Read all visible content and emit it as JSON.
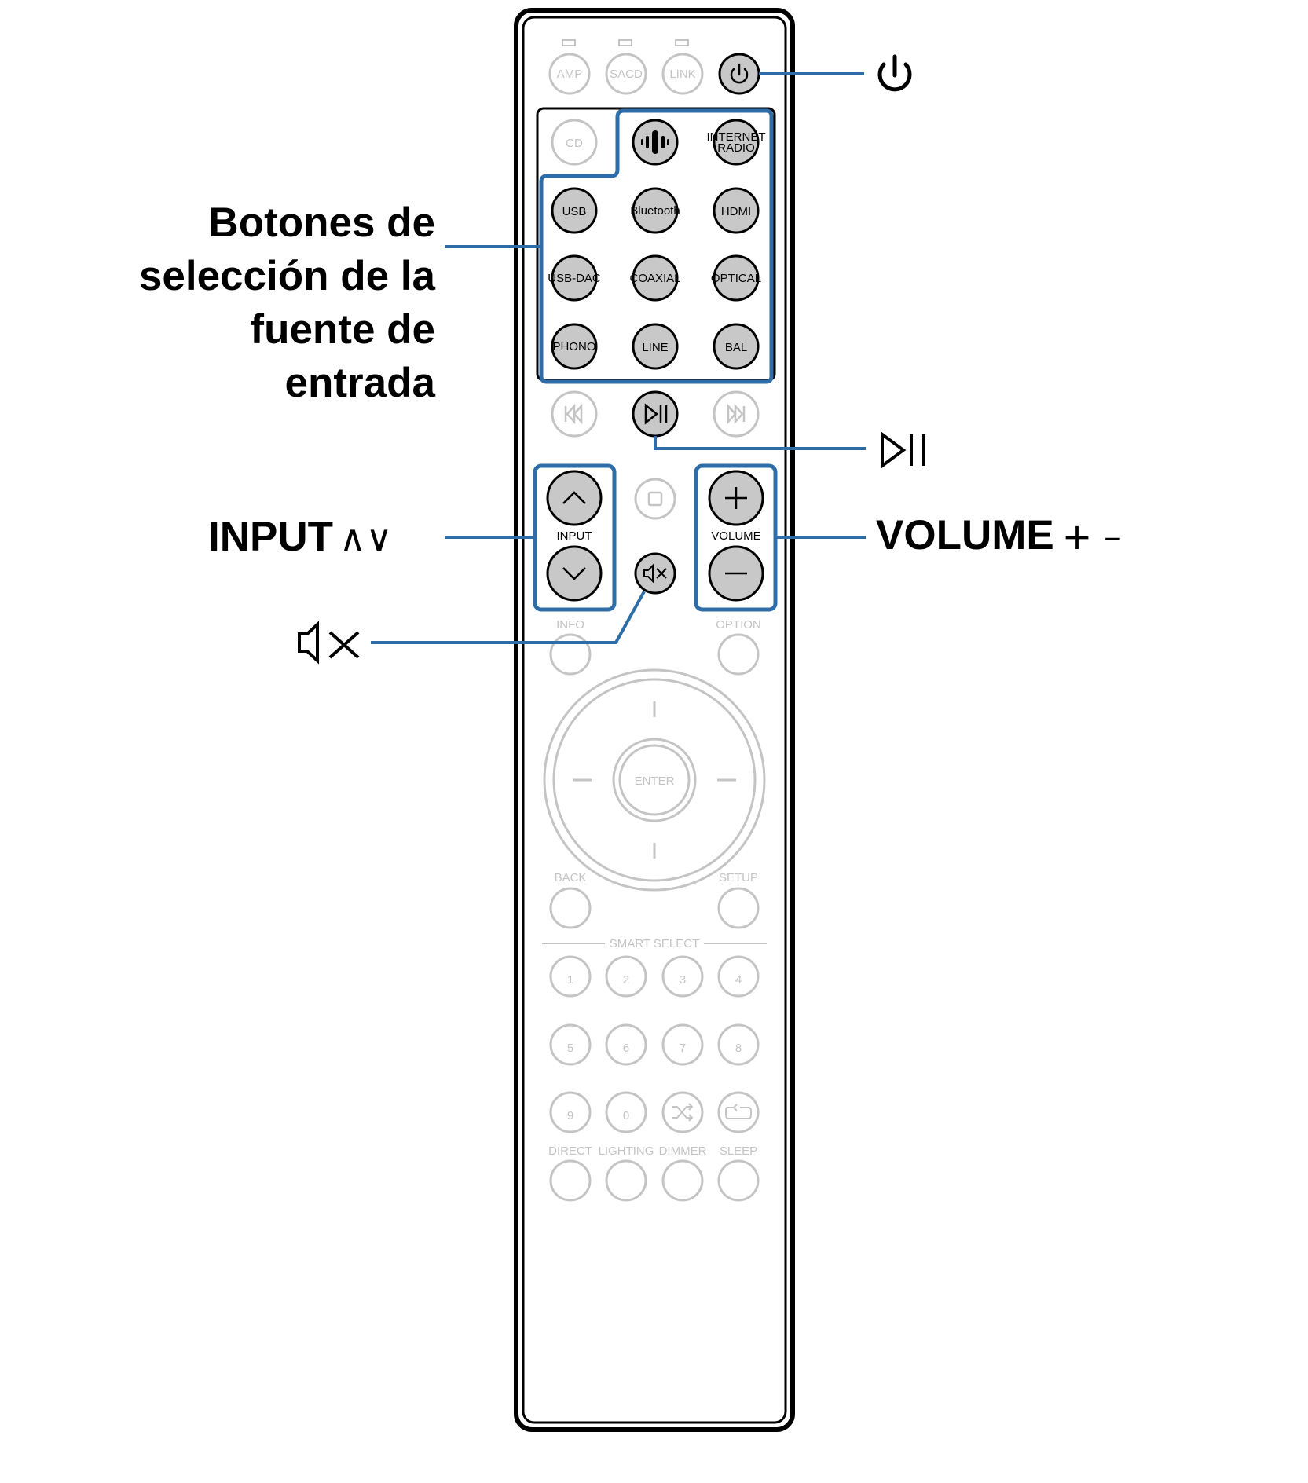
{
  "remote": {
    "top_buttons": {
      "amp": "AMP",
      "sacd": "SACD",
      "link": "LINK"
    },
    "source_buttons": {
      "cd": "CD",
      "internet_radio_line1": "INTERNET",
      "internet_radio_line2": "RADIO",
      "usb": "USB",
      "bluetooth": "Bluetooth",
      "hdmi": "HDMI",
      "usb_dac": "USB-DAC",
      "coaxial": "COAXIAL",
      "optical": "OPTICAL",
      "phono": "PHONO",
      "line": "LINE",
      "bal": "BAL"
    },
    "input_label": "INPUT",
    "volume_label": "VOLUME",
    "info": "INFO",
    "option": "OPTION",
    "enter": "ENTER",
    "back": "BACK",
    "setup": "SETUP",
    "smart_select": "SMART SELECT",
    "digits": [
      "1",
      "2",
      "3",
      "4",
      "5",
      "6",
      "7",
      "8",
      "9",
      "0"
    ],
    "bottom_labels": {
      "direct": "DIRECT",
      "lighting": "LIGHTING",
      "dimmer": "DIMMER",
      "sleep": "SLEEP"
    }
  },
  "callouts": {
    "source_select_line1": "Botones de",
    "source_select_line2": "selección de la",
    "source_select_line3": "fuente de",
    "source_select_line4": "entrada",
    "input": "INPUT",
    "input_symbols": "∧∨",
    "volume": "VOLUME",
    "volume_symbols": "+ –"
  },
  "colors": {
    "highlight_blue": "#2e6da8",
    "faded_gray": "#c4c4c4",
    "active_button_fill": "#c8c8c8",
    "outline": "#000000"
  },
  "icons": [
    "power-icon",
    "play-pause-icon",
    "mute-icon",
    "heos-icon",
    "previous-icon",
    "next-icon",
    "stop-icon",
    "shuffle-icon",
    "repeat-icon"
  ]
}
